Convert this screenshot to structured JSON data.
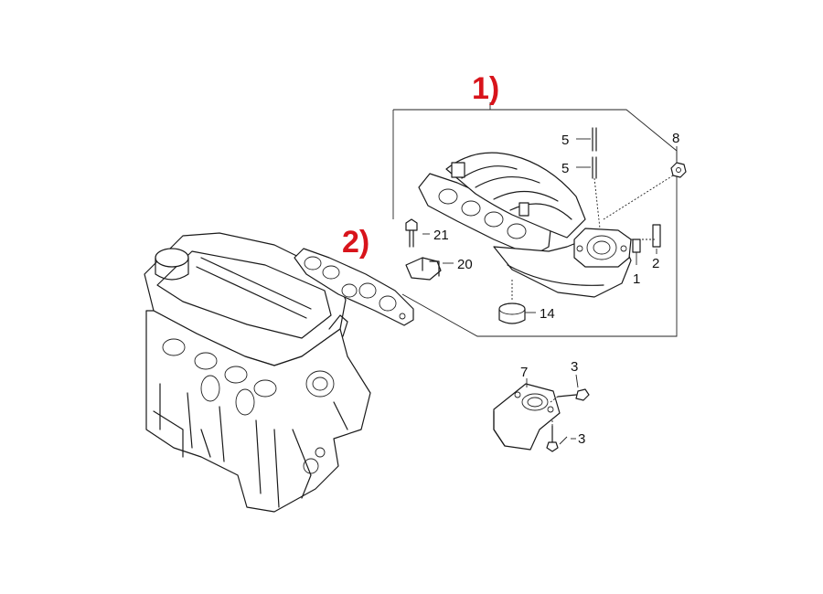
{
  "markers": {
    "manifold_assembly": "1)",
    "manifold_gasket": "2)"
  },
  "callouts": {
    "c5a": "5",
    "c5b": "5",
    "c8": "8",
    "c21": "21",
    "c20": "20",
    "c2": "2",
    "c1": "1",
    "c14": "14",
    "c7": "7",
    "c3a": "3",
    "c3b": "3"
  },
  "colors": {
    "marker_red": "#d8141b",
    "line": "#1a1a1a"
  }
}
